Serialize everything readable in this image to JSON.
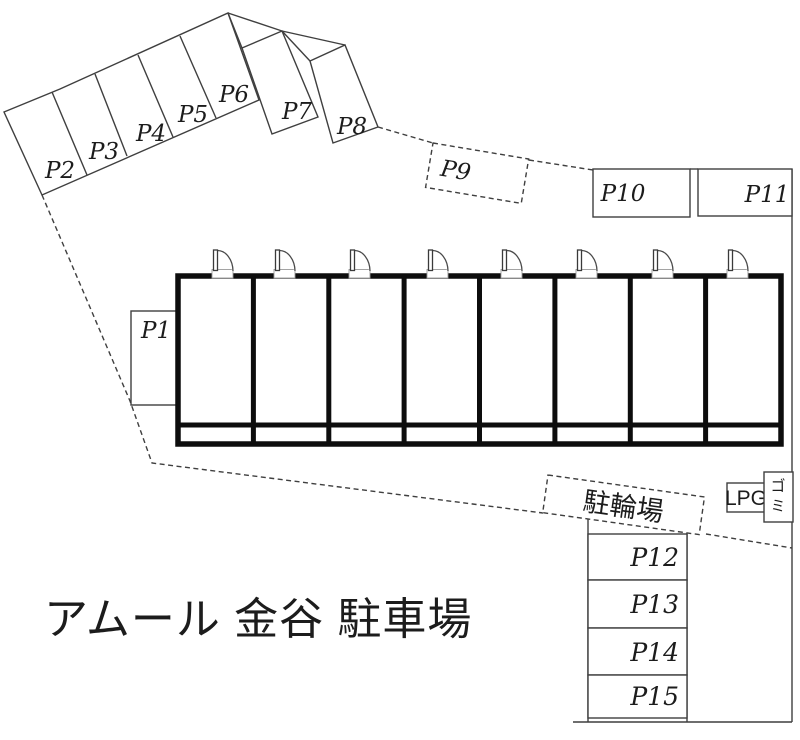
{
  "title": "アムール 金谷 駐車場",
  "spots": {
    "p1": "P1",
    "p2": "P2",
    "p3": "P3",
    "p4": "P4",
    "p5": "P5",
    "p6": "P6",
    "p7": "P7",
    "p8": "P8",
    "p9": "P9",
    "p10": "P10",
    "p11": "P11",
    "p12": "P12",
    "p13": "P13",
    "p14": "P14",
    "p15": "P15"
  },
  "facilities": {
    "bicycle_parking": "駐輪場",
    "lpg": "LPG",
    "garbage": "ゴミ",
    "garbage_chars": [
      "ゴ",
      "ミ"
    ]
  },
  "building": {
    "unit_count": 8
  },
  "colors": {
    "background": "#ffffff",
    "line": "#3f3f3f",
    "building_line": "#0d0d0d",
    "text": "#1c1c1c"
  }
}
